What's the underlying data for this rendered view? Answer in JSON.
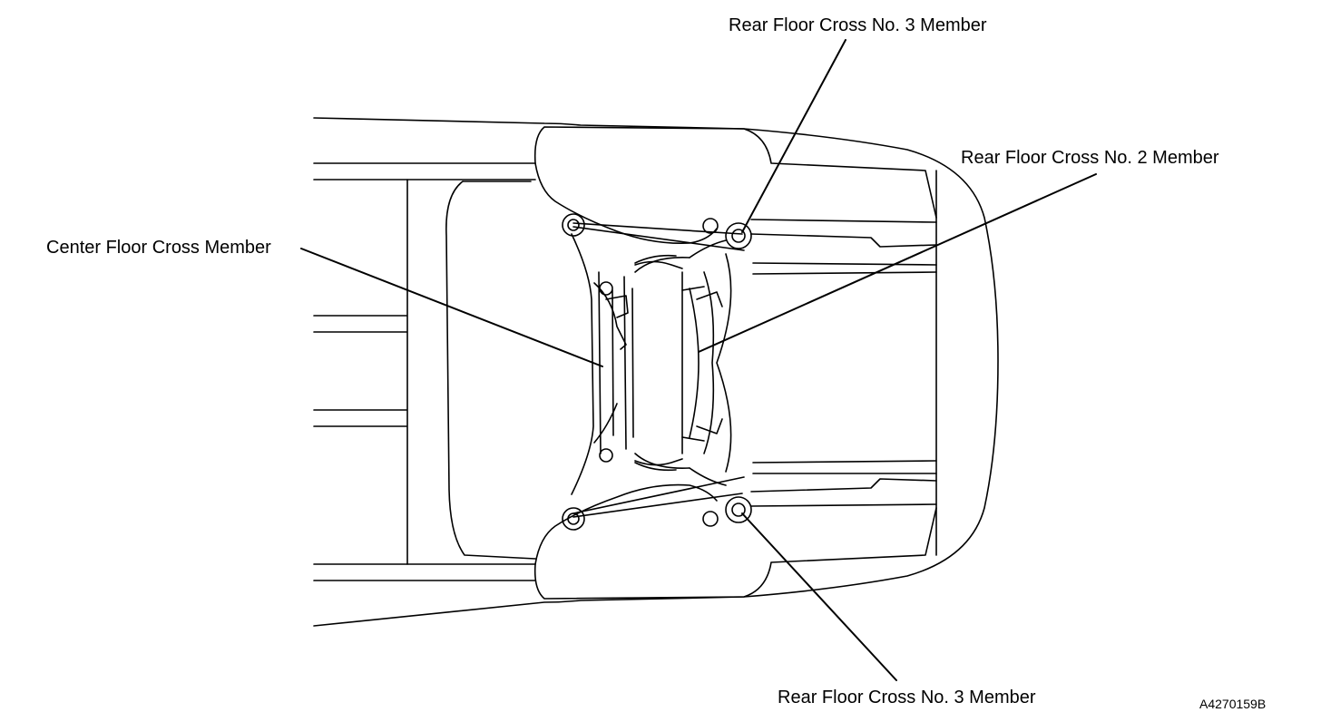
{
  "labels": {
    "rear_cross_3_top": "Rear Floor Cross No. 3 Member",
    "rear_cross_2": "Rear Floor Cross No. 2 Member",
    "center_cross": "Center Floor Cross Member",
    "rear_cross_3_bottom": "Rear Floor Cross No. 3 Member"
  },
  "figure_id": "A4270159B",
  "colors": {
    "line": "#000000",
    "background": "#ffffff"
  }
}
